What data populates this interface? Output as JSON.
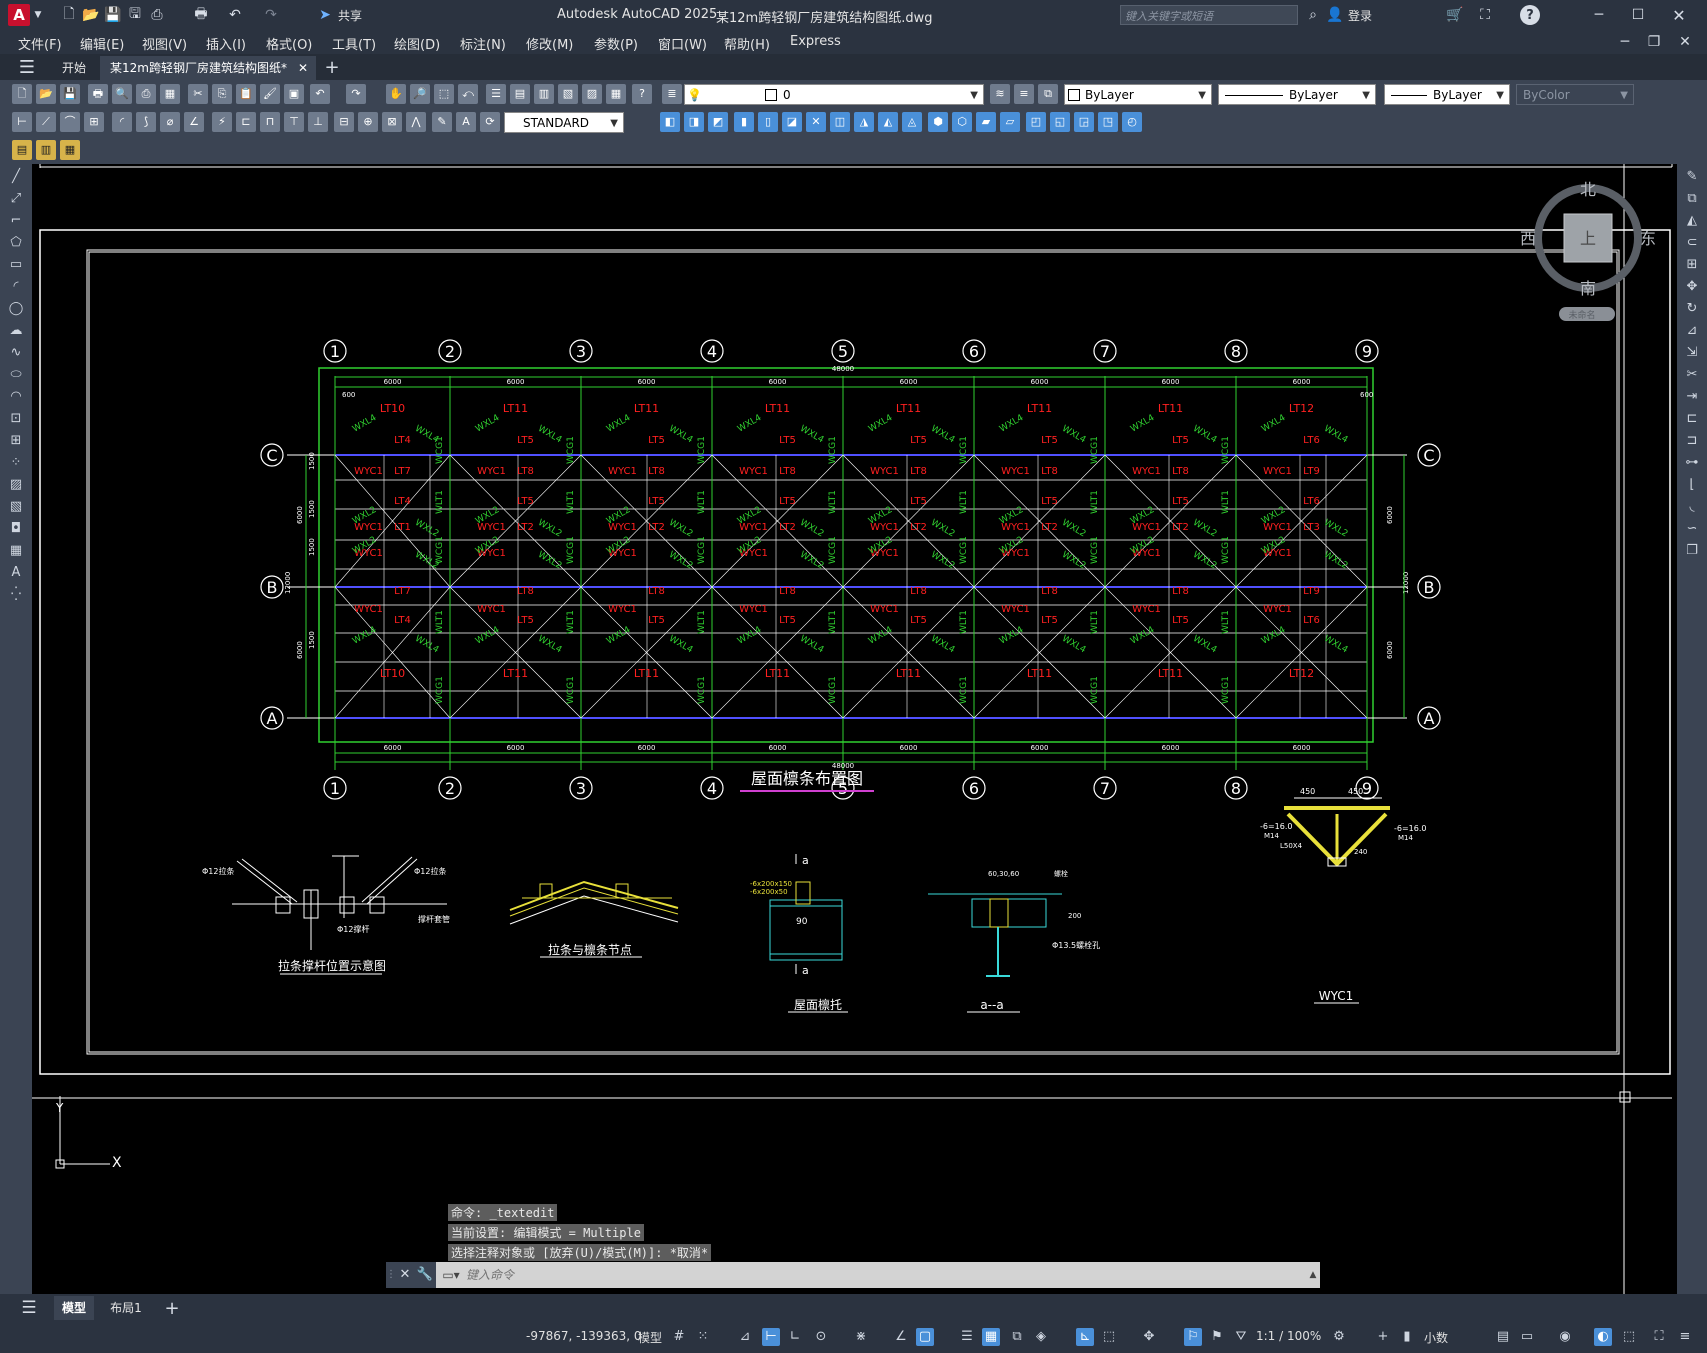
{
  "titlebar": {
    "app_title": "Autodesk AutoCAD 2025",
    "file_title": "某12m跨轻钢厂房建筑结构图纸.dwg",
    "share_label": "共享",
    "search_placeholder": "键入关键字或短语",
    "login_label": "登录"
  },
  "menus": [
    "文件(F)",
    "编辑(E)",
    "视图(V)",
    "插入(I)",
    "格式(O)",
    "工具(T)",
    "绘图(D)",
    "标注(N)",
    "修改(M)",
    "参数(P)",
    "窗口(W)",
    "帮助(H)",
    "Express"
  ],
  "tabs": {
    "start": "开始",
    "doc": "某12m跨轻钢厂房建筑结构图纸*"
  },
  "toolbar": {
    "layer_value": "0",
    "color_value": "ByLayer",
    "linetype_value": "ByLayer",
    "lineweight_value": "ByLayer",
    "plotstyle_value": "ByColor",
    "textstyle_value": "STANDARD"
  },
  "viewcube": {
    "north": "北",
    "south": "南",
    "east": "东",
    "west": "西",
    "face": "上",
    "unnamed": "未命名"
  },
  "drawing": {
    "plan_title": "屋面檩条布置图",
    "axis_numbers": [
      "1",
      "2",
      "3",
      "4",
      "5",
      "6",
      "7",
      "8",
      "9"
    ],
    "axis_letters": [
      "C",
      "B",
      "A"
    ],
    "bay_dim": "6000",
    "total_dim": "48000",
    "edge_dim": "600",
    "side_dims": [
      "1500",
      "1500",
      "1500",
      "1500",
      "6000",
      "6000",
      "12000"
    ],
    "top_lt": [
      "LT10",
      "LT11",
      "LT11",
      "LT11",
      "LT11",
      "LT11",
      "LT11",
      "LT12"
    ],
    "bot_lt": [
      "LT10",
      "LT11",
      "LT11",
      "LT11",
      "LT11",
      "LT11",
      "LT11",
      "LT12"
    ],
    "red_wyc": "WYC1",
    "row_labels": [
      "LT4",
      "LT5",
      "LT5",
      "LT5",
      "LT5",
      "LT5",
      "LT5",
      "LT6"
    ],
    "row_labels_b": [
      "LT7",
      "LT8",
      "LT8",
      "LT8",
      "LT8",
      "LT8",
      "LT8",
      "LT9"
    ],
    "mid_labels": [
      "LT1",
      "LT2",
      "LT2",
      "LT2",
      "LT2",
      "LT2",
      "LT2",
      "LT3"
    ],
    "green_labels": [
      "WXL1",
      "WXL2",
      "WXL3",
      "WXL4",
      "WLT1",
      "WCG1"
    ],
    "detail1_title": "拉条撑杆位置示意图",
    "detail1_labels": [
      "Φ12拉条",
      "Φ12拉条",
      "Φ12撑杆",
      "撑杆套管"
    ],
    "detail2_title": "拉条与檩条节点",
    "detail3_title": "屋面檩托",
    "detail3_labels": [
      "a",
      "a",
      "90",
      "-6x200x150",
      "-6x200x50"
    ],
    "detail4_title": "a--a",
    "detail4_labels": [
      "60,30,60",
      "螺栓",
      "Φ13.5螺栓孔",
      "200"
    ],
    "detail5_title": "WYC1",
    "detail5_labels": [
      "450",
      "450",
      "-6=16.0",
      "M14",
      "-6=16.0",
      "M14",
      "L50X4",
      "240"
    ]
  },
  "command": {
    "history": [
      "命令: _textedit",
      "当前设置: 编辑模式 = Multiple",
      "选择注释对象或 [放弃(U)/模式(M)]: *取消*"
    ],
    "placeholder": "键入命令"
  },
  "layout_tabs": [
    "模型",
    "布局1"
  ],
  "status": {
    "coords": "-97867, -139363, 0",
    "model": "模型",
    "scale": "1:1 / 100%",
    "units": "小数"
  }
}
